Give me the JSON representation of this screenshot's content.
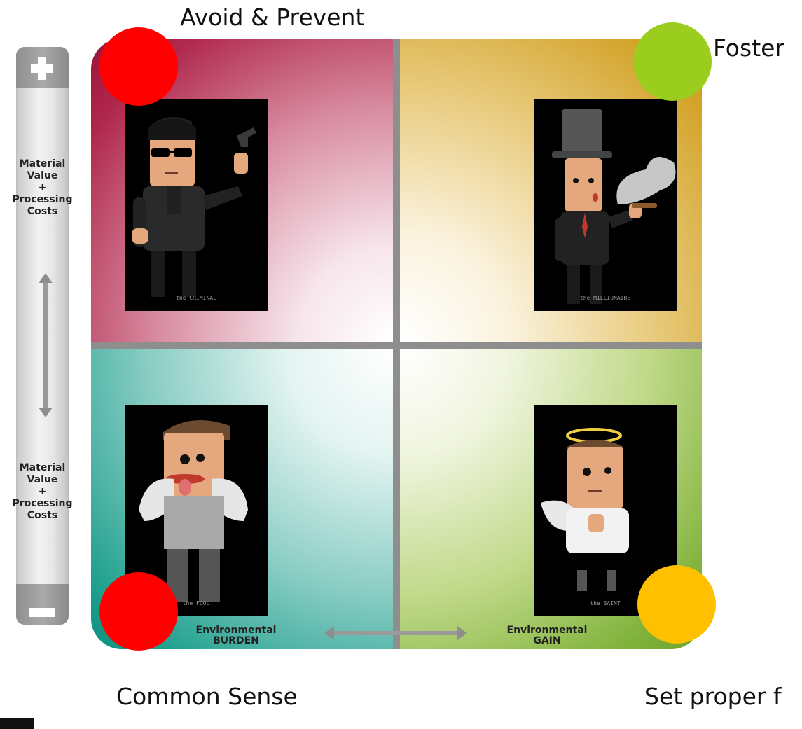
{
  "corners": {
    "top_left": {
      "label": "Avoid & Prevent",
      "color": "#ff0000"
    },
    "top_right": {
      "label": "Foster",
      "color": "#9acd1e"
    },
    "bottom_left": {
      "label": "Common Sense",
      "color": "#ff0000"
    },
    "bottom_right": {
      "label": "Set proper f",
      "color": "#ffc000"
    }
  },
  "y_axis": {
    "top_label": [
      "Material",
      "Value",
      "+",
      "Processing",
      "Costs"
    ],
    "bottom_label": [
      "Material",
      "Value",
      "+",
      "Processing",
      "Costs"
    ],
    "plus_icon": "plus-icon",
    "minus_icon": "minus-icon"
  },
  "x_axis": {
    "left_label": [
      "Environmental",
      "BURDEN"
    ],
    "right_label": [
      "Environmental",
      "GAIN"
    ]
  },
  "quadrants": {
    "top_left": {
      "caption": "the CRIMINAL",
      "color": "#a0163c"
    },
    "top_right": {
      "caption": "the MILLIONAIRE",
      "color": "#cf9d22"
    },
    "bottom_left": {
      "caption": "the FOOL",
      "color": "#0f9582"
    },
    "bottom_right": {
      "caption": "the SAINT",
      "color": "#6fa82e"
    }
  }
}
